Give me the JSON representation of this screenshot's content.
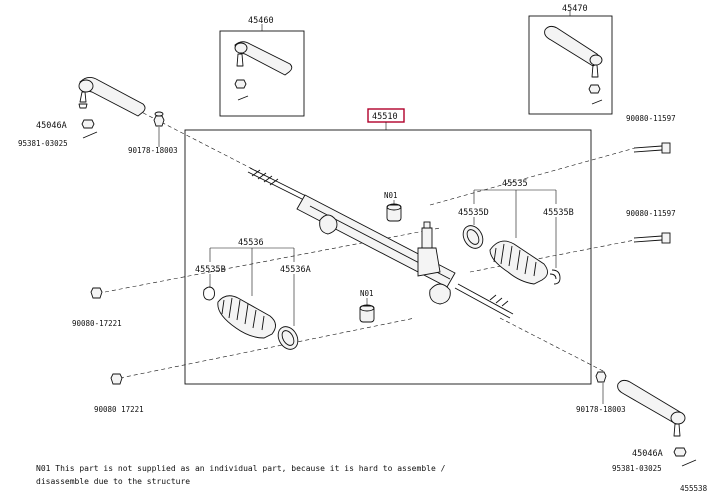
{
  "labels": {
    "p45460": "45460",
    "p45470": "45470",
    "p45510": "45510",
    "p45046A_left": "45046A",
    "p95381_left": "95381-03025",
    "p90178_left": "90178-18003",
    "p90080_top_right": "90080-11597",
    "p90080_mid_right": "90080-11597",
    "p45535": "45535",
    "p45535D": "45535D",
    "p45535B_right": "45535B",
    "pN01_top": "N01",
    "pN01_bottom": "N01",
    "p45536": "45536",
    "p45535B_left": "45535B",
    "p45536A": "45536A",
    "p90080_left_upper": "90080-17221",
    "p90080_left_lower": "90080 17221",
    "p90178_right": "90178-18003",
    "p45046A_right": "45046A",
    "p95381_right": "95381-03025"
  },
  "footnote": {
    "line1": "N01 This part is not supplied as an individual part, because it is hard to assemble /",
    "line2": "    disassemble due to the structure"
  },
  "diagram_code": "455538"
}
